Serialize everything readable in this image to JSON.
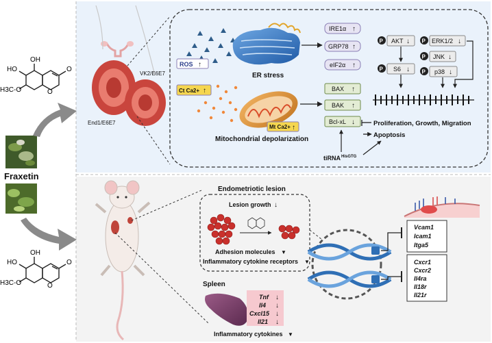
{
  "compound": {
    "name": "Fraxetin",
    "top_structure": {
      "oh": "OH",
      "ho": "HO",
      "o1": "O",
      "o2": "O",
      "ch3o": "H3C-O"
    },
    "bottom_structure": {
      "oh": "OH",
      "ho": "HO",
      "o1": "O",
      "o2": "O",
      "ch3o": "H3C-O"
    }
  },
  "cells": {
    "end1": "End1/E6E7",
    "vk2": "VK2/E6E7"
  },
  "er_stress": {
    "ros_label": "ROS",
    "ros_arrow": "↑",
    "title": "ER stress",
    "markers": [
      {
        "name": "IRE1α",
        "arrow": "↑"
      },
      {
        "name": "GRP78",
        "arrow": "↑"
      },
      {
        "name": "eIF2α",
        "arrow": "↑"
      }
    ]
  },
  "mito": {
    "ct_ca": "Ct Ca2+",
    "ct_ca_arrow": "↑",
    "mt_ca": "Mt Ca2+",
    "mt_ca_arrow": "↑",
    "title": "Mitochondrial depolarization",
    "markers": [
      {
        "name": "BAX",
        "arrow": "↑"
      },
      {
        "name": "BAK",
        "arrow": "↑"
      },
      {
        "name": "Bcl-xL",
        "arrow": "↓"
      }
    ]
  },
  "kinases": [
    {
      "p": "P",
      "name": "AKT",
      "arrow": "↓"
    },
    {
      "p": "P",
      "name": "ERK1/2",
      "arrow": "↓"
    },
    {
      "p": "P",
      "name": "JNK",
      "arrow": "↓"
    },
    {
      "p": "P",
      "name": "S6",
      "arrow": "↓"
    },
    {
      "p": "P",
      "name": "p38",
      "arrow": "↓"
    }
  ],
  "outcomes": {
    "proliferation": "Proliferation, Growth, Migration",
    "apoptosis": "Apoptosis",
    "tirna": "tiRNA",
    "tirna_sup": "HisGTG"
  },
  "lesion": {
    "title": "Endometriotic lesion",
    "growth": "Lesion growth",
    "growth_arrow": "↓",
    "adhesion": "Adhesion molecules",
    "adhesion_arrow": "▼",
    "receptors": "Inflammatory cytokine receptors",
    "receptors_arrow": "▼"
  },
  "spleen": {
    "title": "Spleen",
    "cytokines": [
      {
        "name": "Tnf",
        "arrow": "↓"
      },
      {
        "name": "Il4",
        "arrow": "↓"
      },
      {
        "name": "Cxcl15",
        "arrow": "↓"
      },
      {
        "name": "Il21",
        "arrow": "↓"
      }
    ],
    "footer": "Inflammatory cytokines",
    "footer_arrow": "▼"
  },
  "genes_adhesion": [
    "Vcam1",
    "Icam1",
    "Itga5"
  ],
  "genes_receptors": [
    "Cxcr1",
    "Cxcr2",
    "Il4ra",
    "Il18r",
    "Il21r"
  ],
  "colors": {
    "top_panel_bg": "#eaf2fb",
    "bottom_panel_bg": "#f3f3f3",
    "marker_box": "#e3ecd4",
    "marker_border": "#8a7fb5",
    "kinase_box": "#ececec",
    "spleen_box": "#f6c9cf",
    "gray_arrow": "#8a8a8a",
    "er_blue": "#3d7ac4",
    "ca_dot": "#f0883a",
    "ros_dot": "#2f5d8a"
  }
}
